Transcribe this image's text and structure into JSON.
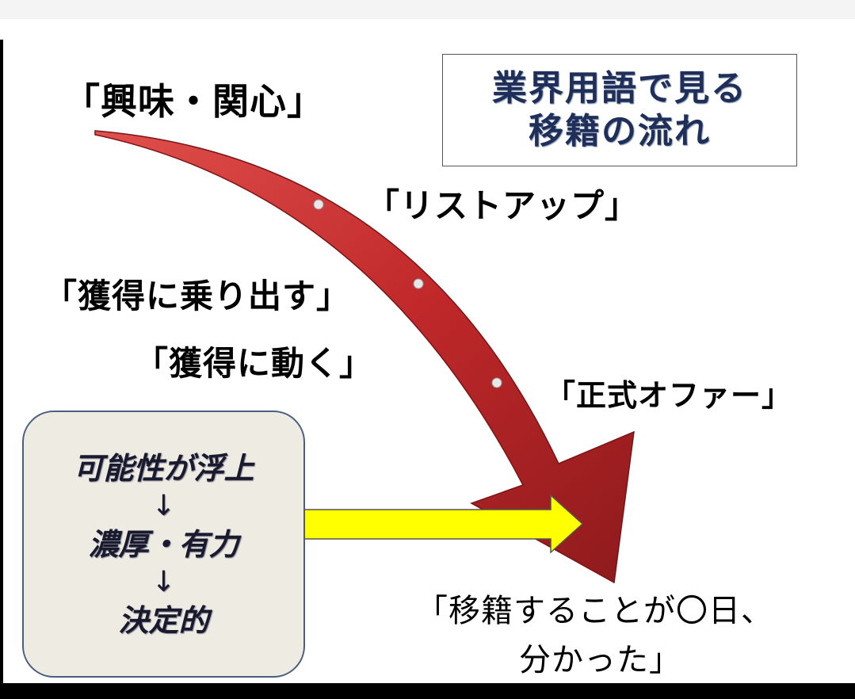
{
  "title": {
    "line1": "業界用語で見る",
    "line2": "移籍の流れ"
  },
  "flow_labels": {
    "interest": "「興味・関心」",
    "list_up": "「リストアップ」",
    "start_acquiring": "「獲得に乗り出す」",
    "move_to_acquire": "「獲得に動く」",
    "formal_offer": "「正式オファー」",
    "transfer_line1": "「移籍することが〇日、",
    "transfer_line2": "分かった」"
  },
  "stages": {
    "items": [
      "可能性が浮上",
      "濃厚・有力",
      "決定的"
    ],
    "arrow": "↓"
  },
  "colors": {
    "main_arrow": "#c0282a",
    "pointer_arrow": "#ffff00",
    "title_text": "#1f2f5a",
    "stage_box": "#eeebe3"
  }
}
